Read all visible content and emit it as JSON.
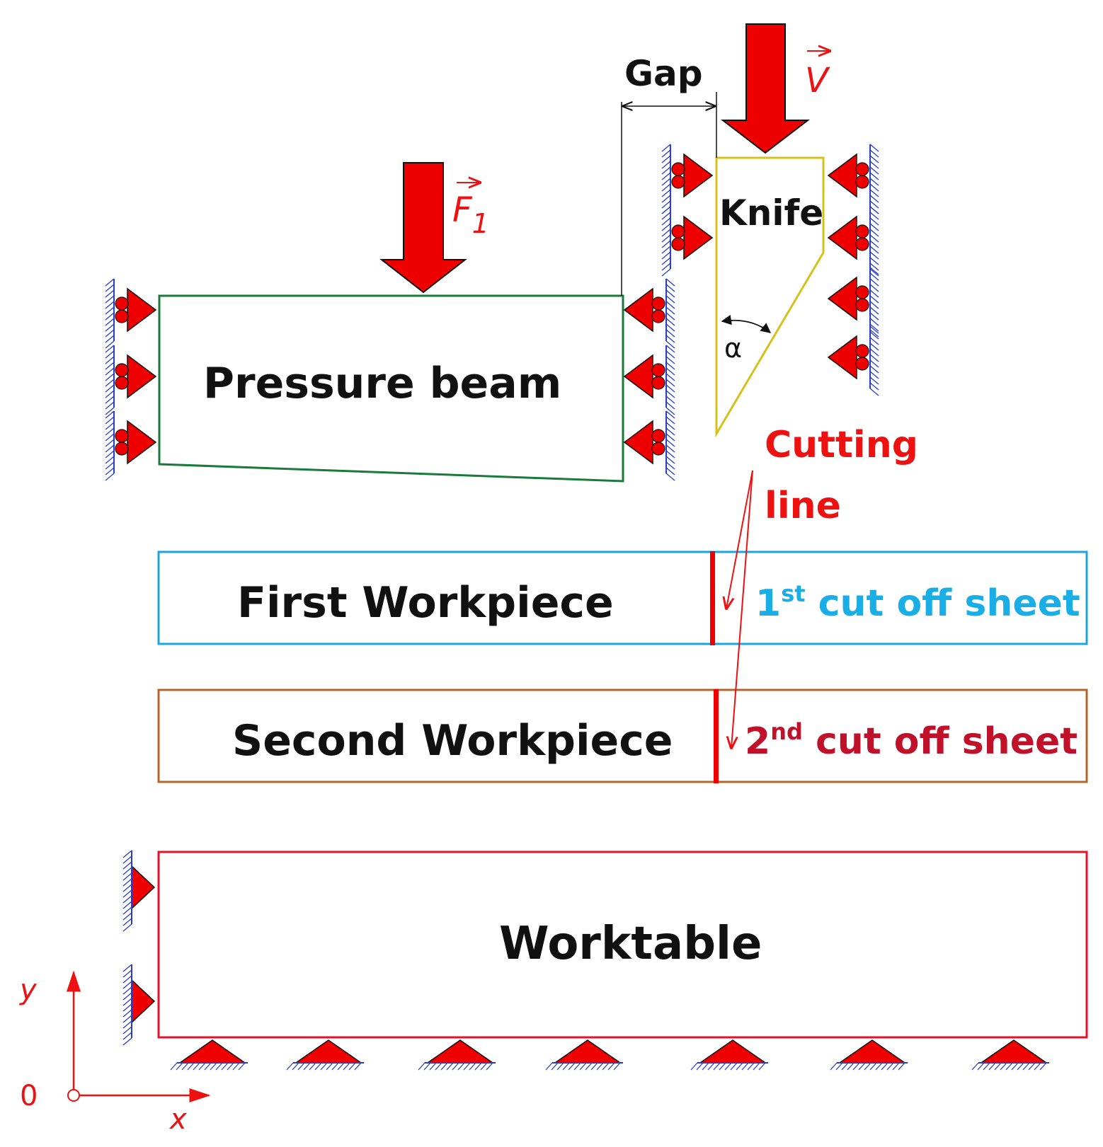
{
  "labels": {
    "gap": "Gap",
    "velocity": "V",
    "force": "F",
    "force_sub": "1",
    "knife": "Knife",
    "alpha": "α",
    "pressure_beam": "Pressure beam",
    "cutting_line_1": "Cutting",
    "cutting_line_2": "line",
    "first_workpiece": "First Workpiece",
    "cut1_num": "1",
    "cut1_sup": "st",
    "cut1_text": " cut off sheet",
    "second_workpiece": "Second Workpiece",
    "cut2_num": "2",
    "cut2_sup": "nd",
    "cut2_text": " cut off sheet",
    "worktable": "Worktable",
    "axis_y": "y",
    "axis_x": "x",
    "origin": "0"
  },
  "colors": {
    "pressure_beam": "#1a7a3a",
    "knife": "#d4c21a",
    "first_workpiece": "#1aa6dc",
    "second_workpiece": "#b5652a",
    "worktable": "#e8102a",
    "arrow_red": "#ee0000",
    "hatch_blue": "#2a3ccf",
    "cut1_text": "#1aaee6",
    "cut2_text": "#c0102a"
  }
}
